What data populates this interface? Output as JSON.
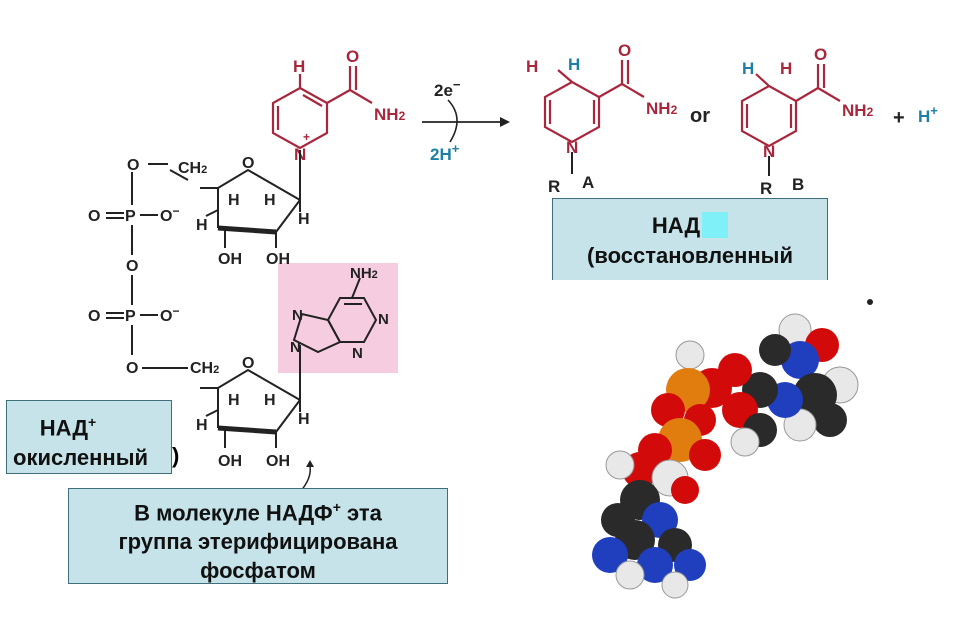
{
  "labels": {
    "ox_line1": "НАД",
    "ox_sup": "+",
    "ox_line2": "окисленный",
    "ox_paren": ")",
    "red_line1": "НАД",
    "red_line2": "(восстановленный",
    "note_line1_a": "В молекуле НАДФ",
    "note_sup": "+",
    "note_line1_b": " эта",
    "note_line2": "группа этерифицирована",
    "note_line3": "фосфатом"
  },
  "reaction": {
    "electrons": "2e",
    "electrons_sup": "−",
    "protons": "2H",
    "protons_sup": "+",
    "or": "or",
    "plus": "+",
    "h_plus": "H",
    "h_plus_sup": "+",
    "label_a": "A",
    "label_b": "B",
    "r": "R"
  },
  "atoms": {
    "O": "O",
    "H": "H",
    "N": "N",
    "P": "P",
    "OH": "OH",
    "NH2": "NH",
    "sub2": "2",
    "CH2": "CH",
    "Ominus": "O",
    "minus": "−",
    "nplus": "+"
  },
  "colors": {
    "nicotinamide": "#a8273d",
    "blue_h": "#1d7fa3",
    "adenine_bg": "#f6cde0",
    "box_bg": "#c5e3e9",
    "cyan_mark": "#7ff0f8"
  }
}
